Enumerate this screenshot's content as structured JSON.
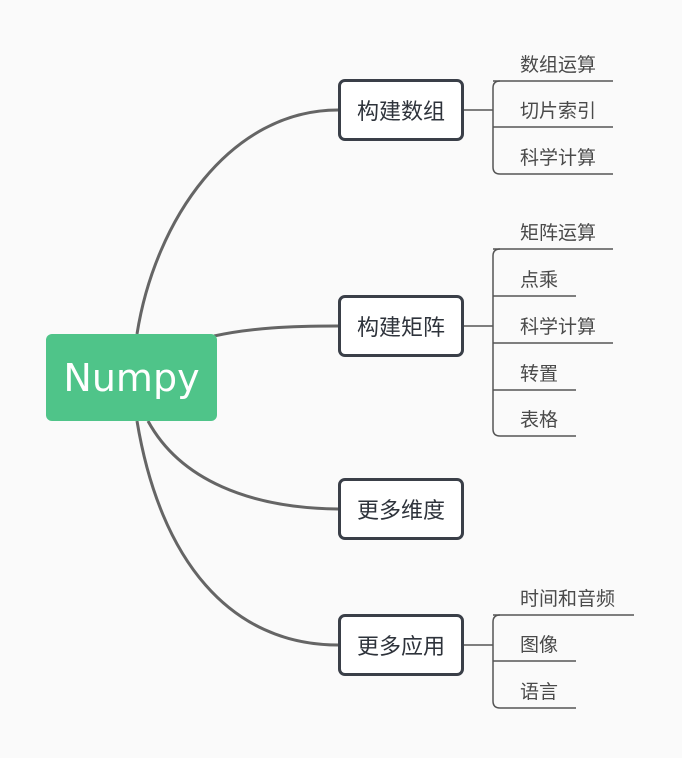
{
  "root": {
    "label": "Numpy"
  },
  "branches": [
    {
      "label": "构建数组",
      "leaves": [
        "数组运算",
        "切片索引",
        "科学计算"
      ]
    },
    {
      "label": "构建矩阵",
      "leaves": [
        "矩阵运算",
        "点乘",
        "科学计算",
        "转置",
        "表格"
      ]
    },
    {
      "label": "更多维度",
      "leaves": []
    },
    {
      "label": "更多应用",
      "leaves": [
        "时间和音频",
        "图像",
        "语言"
      ]
    }
  ],
  "colors": {
    "root_fill": "#4fc489",
    "line": "#656565",
    "branch_border": "#3a3f48",
    "leaf_line": "#555555"
  }
}
